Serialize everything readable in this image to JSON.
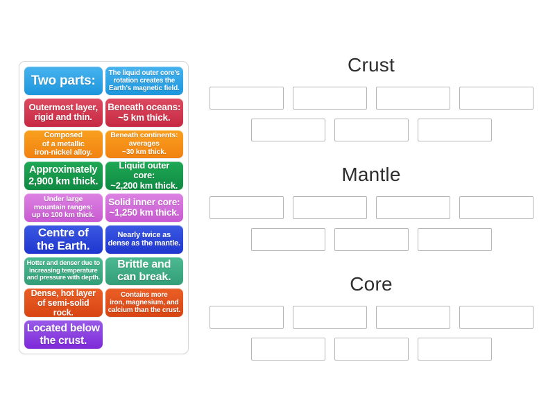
{
  "page": {
    "background": "#ffffff",
    "activity_type": "group-sort"
  },
  "colors": {
    "tile_blue": "#2aa3e6",
    "tile_crimson": "#d23350",
    "tile_orange": "#f7941d",
    "tile_green": "#16a04f",
    "tile_orchid": "#d66fda",
    "tile_royal_blue": "#2b47d9",
    "tile_sea_green": "#3fb289",
    "tile_orange_red": "#e4511e",
    "tile_purple": "#8a3be1",
    "tile_text": "#ffffff",
    "slot_border": "#b5b5b5",
    "group_title_text": "#2e2e2e",
    "tray_border": "#d6d6d6"
  },
  "tray": {
    "tiles": [
      {
        "text": "Two parts:",
        "color": "blue"
      },
      {
        "text": "The liquid outer core's\nrotation creates the\nEarth's magnetic field.",
        "color": "blue"
      },
      {
        "text": "Outermost layer,\nrigid and thin.",
        "color": "crimson"
      },
      {
        "text": "Beneath oceans:\n~5 km thick.",
        "color": "crimson"
      },
      {
        "text": "Composed\nof a metallic\niron-nickel alloy.",
        "color": "orange"
      },
      {
        "text": "Beneath continents:\naverages\n~30 km thick.",
        "color": "orange"
      },
      {
        "text": "Approximately\n2,900 km thick.",
        "color": "green"
      },
      {
        "text": "Liquid outer core:\n~2,200 km thick.",
        "color": "green"
      },
      {
        "text": "Under large\nmountain ranges:\nup to 100 km thick.",
        "color": "orchid"
      },
      {
        "text": "Solid inner core:\n~1,250 km thick.",
        "color": "orchid"
      },
      {
        "text": "Centre of\nthe Earth.",
        "color": "royal-blue"
      },
      {
        "text": "Nearly twice as\ndense as the mantle.",
        "color": "royal-blue"
      },
      {
        "text": "Hotter and denser due to\nincreasing temperature\nand pressure with depth.",
        "color": "sea-green"
      },
      {
        "text": "Brittle and\ncan break.",
        "color": "sea-green"
      },
      {
        "text": "Dense, hot layer\nof semi-solid rock.",
        "color": "orange-red"
      },
      {
        "text": "Contains more\niron, magnesium, and\ncalcium than the crust.",
        "color": "orange-red"
      },
      {
        "text": "Located below\nthe crust.",
        "color": "purple"
      }
    ]
  },
  "groups": [
    {
      "label": "Crust",
      "slot_count": 7,
      "slots_row1": 4,
      "slots_row2": 3
    },
    {
      "label": "Mantle",
      "slot_count": 7,
      "slots_row1": 4,
      "slots_row2": 3
    },
    {
      "label": "Core",
      "slot_count": 7,
      "slots_row1": 4,
      "slots_row2": 3
    }
  ]
}
